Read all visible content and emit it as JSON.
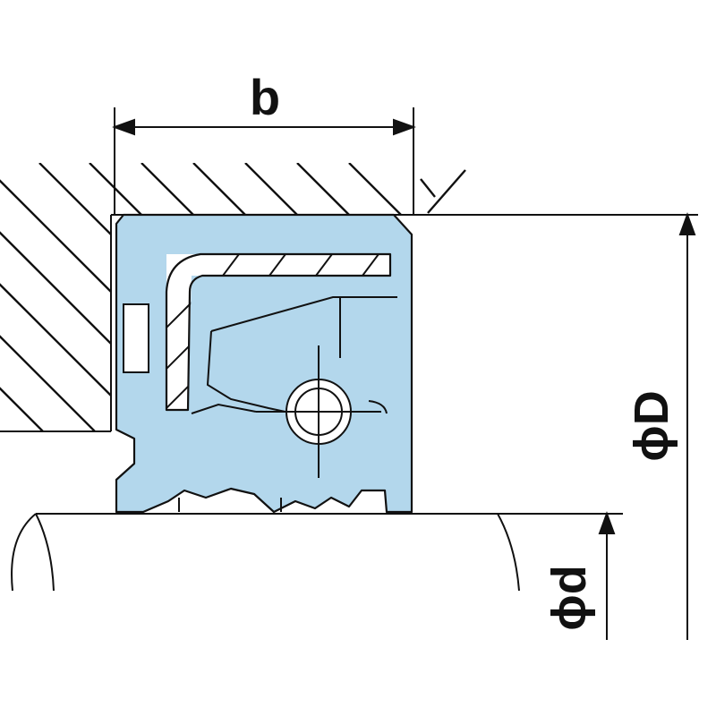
{
  "dimensions": {
    "width_label": "b",
    "outer_diameter_label": "ϕD",
    "inner_diameter_label": "ϕd"
  },
  "colors": {
    "seal_rubber": "#b3d7ec",
    "line": "#111111",
    "background": "#ffffff"
  }
}
